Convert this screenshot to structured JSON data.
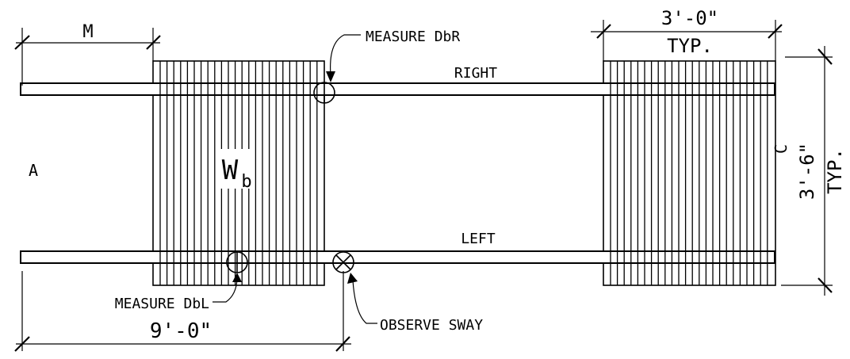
{
  "dimensions": {
    "m_label": "M",
    "tie_spacing_value": "3'-0\"",
    "tie_spacing_note": "TYP.",
    "gauge_value": "3'-6\"",
    "gauge_note": "TYP.",
    "span_value": "9'-0\""
  },
  "rails": {
    "right_label": "RIGHT",
    "left_label": "LEFT"
  },
  "points": {
    "a_label": "A",
    "c_label": "C",
    "wb_main": "W",
    "wb_sub": "b"
  },
  "callouts": {
    "measure_dbr": "MEASURE DbR",
    "measure_dbl": "MEASURE DbL",
    "observe_sway": "OBSERVE SWAY"
  }
}
